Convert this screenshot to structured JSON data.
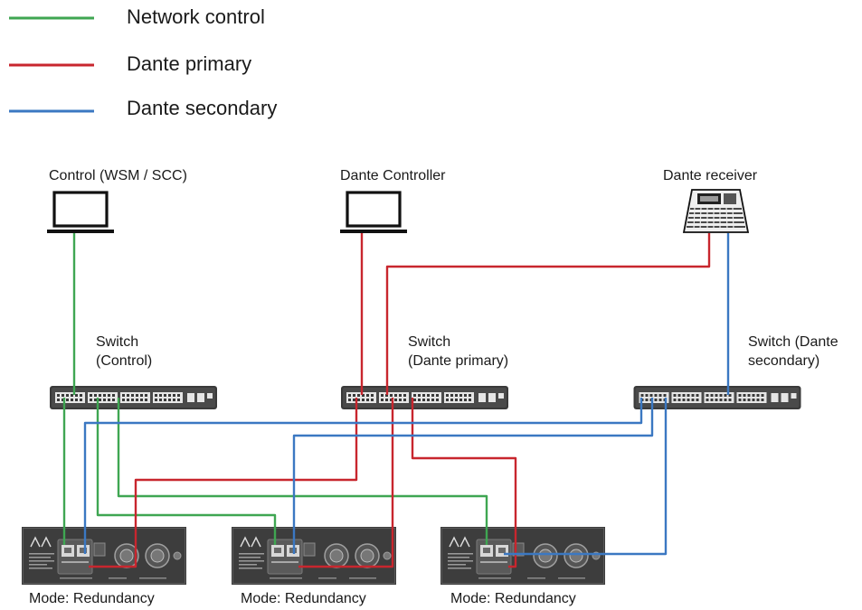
{
  "colors": {
    "network_control": "#3fa652",
    "dante_primary": "#c8262e",
    "dante_secondary": "#3b78c2",
    "device": "#3a3a3a",
    "outline": "#111111"
  },
  "legend": [
    {
      "label": "Network control",
      "color_key": "network_control"
    },
    {
      "label": "Dante primary",
      "color_key": "dante_primary"
    },
    {
      "label": "Dante secondary",
      "color_key": "dante_secondary"
    }
  ],
  "nodes": {
    "control_pc": {
      "label": "Control (WSM / SCC)",
      "icon": "laptop-icon"
    },
    "dante_controller": {
      "label": "Dante Controller",
      "icon": "laptop-icon"
    },
    "dante_receiver": {
      "label": "Dante receiver",
      "icon": "mixing-console-icon"
    },
    "switch_control": {
      "label": "Switch\n(Control)",
      "icon": "network-switch-icon"
    },
    "switch_primary": {
      "label": "Switch\n(Dante primary)",
      "icon": "network-switch-icon"
    },
    "switch_secondary": {
      "label": "Switch (Dante\nsecondary)",
      "icon": "network-switch-icon"
    }
  },
  "devices": [
    {
      "label": "Mode: Redundancy",
      "icon": "receiver-rear-panel-icon"
    },
    {
      "label": "Mode: Redundancy",
      "icon": "receiver-rear-panel-icon"
    },
    {
      "label": "Mode: Redundancy",
      "icon": "receiver-rear-panel-icon"
    }
  ]
}
